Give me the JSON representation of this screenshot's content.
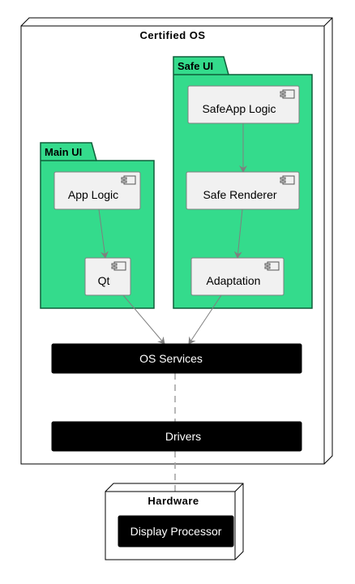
{
  "certified_os": {
    "title": "Certified OS"
  },
  "safe_ui": {
    "title": "Safe UI",
    "components": {
      "safeapp_logic": "SafeApp Logic",
      "safe_renderer": "Safe Renderer",
      "adaptation": "Adaptation"
    }
  },
  "main_ui": {
    "title": "Main UI",
    "components": {
      "app_logic": "App Logic",
      "qt": "Qt"
    }
  },
  "os_services": {
    "label": "OS Services"
  },
  "drivers": {
    "label": "Drivers"
  },
  "hardware": {
    "title": "Hardware",
    "display_processor": "Display Processor"
  },
  "colors": {
    "package_fill": "#34DB8C",
    "package_border": "#0F5F3A",
    "component_fill": "#F1F1F1",
    "bar_fill": "#000000",
    "arrow": "#7F7F7F"
  }
}
